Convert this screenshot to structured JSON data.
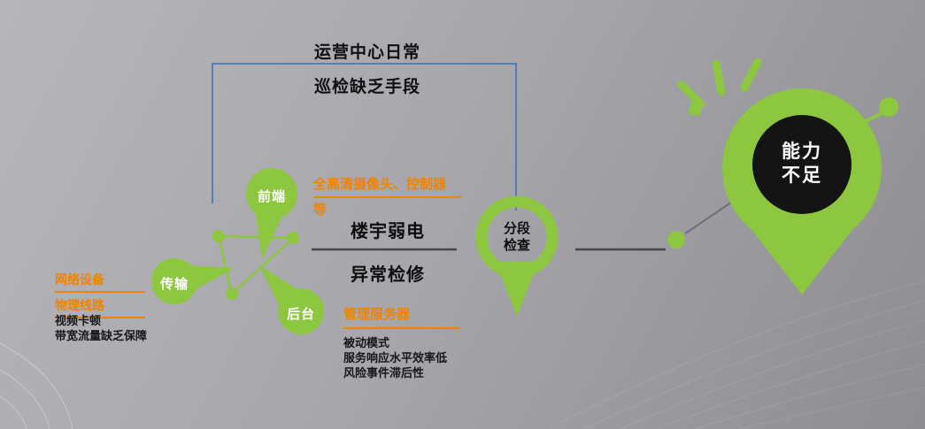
{
  "title": {
    "line1": "运营中心日常",
    "line2": "巡检缺乏手段"
  },
  "cluster": {
    "front_pin_label": "前端",
    "transmission_pin_label": "传输",
    "backend_pin_label": "后台"
  },
  "annotations": {
    "front": {
      "heading_line1": "全高清摄像头、控制器",
      "heading_line2": "等"
    },
    "transmission": {
      "labels": [
        "网络设备",
        "物理线路"
      ],
      "notes": [
        "视频卡顿",
        "带宽流量缺乏保障"
      ]
    },
    "backend": {
      "label": "管理服务器",
      "notes": [
        "被动模式",
        "服务响应水平效率低",
        "风险事件滞后性"
      ]
    }
  },
  "center_note": {
    "line1": "楼宇弱电",
    "line2": "异常检修"
  },
  "segment_pin": {
    "line1": "分段",
    "line2": "检查"
  },
  "result_pin": {
    "line1": "能力",
    "line2": "不足"
  },
  "colors": {
    "green": "#8dc63f",
    "orange": "#f08300",
    "blue": "#3a70b8",
    "connector": "#46464b",
    "pin_core": "#141414"
  }
}
